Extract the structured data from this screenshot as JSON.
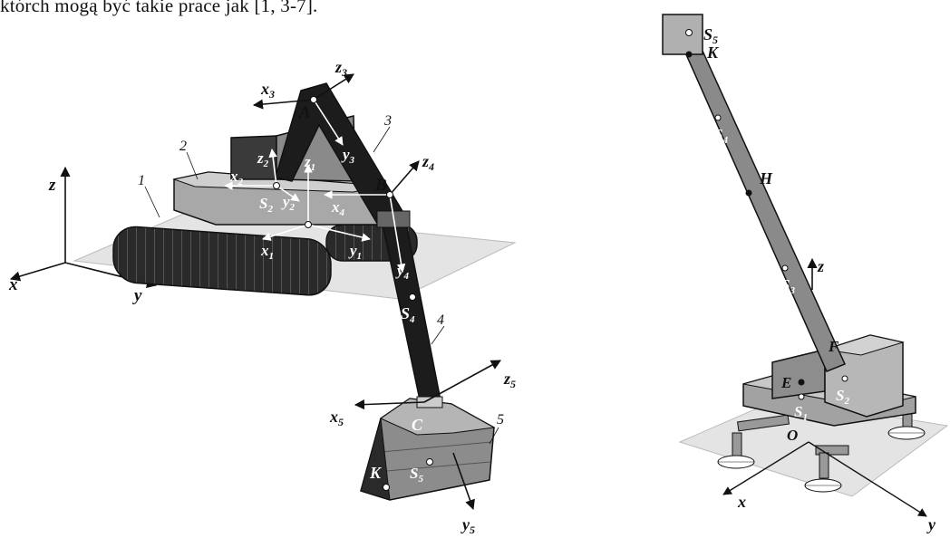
{
  "caption": "którch mogą być takie prace jak [1, 3-7].",
  "excavator": {
    "axes": {
      "x": "x",
      "y": "y",
      "z": "z"
    },
    "frames": {
      "x1": "x",
      "x1_sub": "1",
      "y1": "y",
      "y1_sub": "1",
      "z1": "z",
      "z1_sub": "1",
      "x2": "x",
      "x2_sub": "2",
      "y2": "y",
      "y2_sub": "2",
      "z2": "z",
      "z2_sub": "2",
      "x3": "x",
      "x3_sub": "3",
      "y3": "y",
      "y3_sub": "3",
      "z3": "z",
      "z3_sub": "3",
      "x4": "x",
      "x4_sub": "4",
      "y4": "y",
      "y4_sub": "4",
      "z4": "z",
      "z4_sub": "4",
      "x5": "x",
      "x5_sub": "5",
      "y5": "y",
      "y5_sub": "5",
      "z5": "z",
      "z5_sub": "5"
    },
    "points": {
      "A": "A",
      "B": "B",
      "C": "C",
      "K": "K"
    },
    "centers": {
      "s2": "S",
      "s2_sub": "2",
      "s4": "S",
      "s4_sub": "4",
      "s5": "S",
      "s5_sub": "5"
    },
    "part_numbers": [
      "1",
      "2",
      "3",
      "4",
      "5"
    ]
  },
  "crane": {
    "axes": {
      "x": "x",
      "y": "y",
      "z": "z"
    },
    "points": {
      "K": "K",
      "H": "H",
      "F": "F",
      "E": "E",
      "O": "O"
    },
    "centers": {
      "s5": "S",
      "s5_sub": "5",
      "s4": "S",
      "s4_sub": "4",
      "s3": "S",
      "s3_sub": "3",
      "s2": "S",
      "s2_sub": "2",
      "s1": "S",
      "s1_sub": "1"
    }
  }
}
